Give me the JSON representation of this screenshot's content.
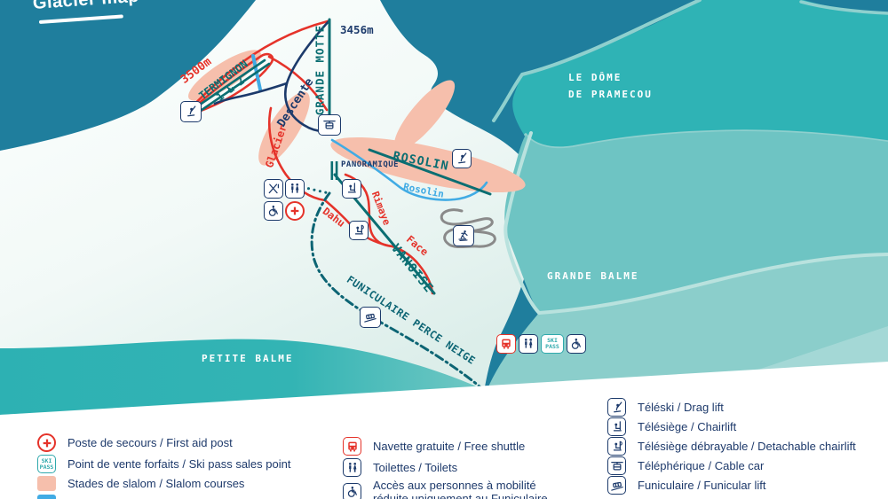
{
  "title": {
    "text": "Glacier map"
  },
  "map": {
    "labels": {
      "elevation_3500": "3500m",
      "termignon_line1": "TERMIGNON",
      "termignon_line2": "1 & 2",
      "descente": "Descente",
      "grande_motte": "GRANDE MOTTE",
      "elevation_3456": "3456m",
      "glacier": "Glacier",
      "panoramique": "PANORAMIQUE",
      "rosolin_lift": "ROSOLIN",
      "rosolin_run": "Rosolin",
      "rimaye": "Rimaye",
      "dahu": "Dahu",
      "face": "Face",
      "vanoise": "VANOISE",
      "funiculaire": "FUNICULAIRE PERCE NEIGE",
      "dome_line1": "LE DÔME",
      "dome_line2": "DE PRAMECOU",
      "grande_balme": "GRANDE BALME",
      "petite_balme": "PETITE BALME"
    },
    "ski_pass_icon": {
      "line1": "SKI",
      "line2": "PASS"
    }
  },
  "legend": {
    "left": [
      {
        "icon": "first-aid-icon",
        "label": "Poste de secours / First aid post"
      },
      {
        "icon": "ski-pass-icon",
        "label": "Point de vente forfaits / Ski pass sales point"
      },
      {
        "icon": "slalom-swatch",
        "label": "Stades de slalom / Slalom courses"
      },
      {
        "icon": "blue-swatch",
        "label": ""
      }
    ],
    "middle": [
      {
        "icon": "shuttle-bus-icon",
        "label": "Navette gratuite / Free shuttle"
      },
      {
        "icon": "toilets-icon",
        "label": "Toilettes / Toilets"
      },
      {
        "icon": "wheelchair-icon",
        "label": "Accès aux personnes à mobilité",
        "label2": "réduite uniquement au Funiculaire"
      }
    ],
    "right": [
      {
        "icon": "drag-lift-icon",
        "label": "Téléski / Drag lift"
      },
      {
        "icon": "chairlift-icon",
        "label": "Télésiège / Chairlift"
      },
      {
        "icon": "detachable-chairlift-icon",
        "label": "Télésiège débrayable / Detachable chairlift"
      },
      {
        "icon": "cable-car-icon",
        "label": "Téléphérique / Cable car"
      },
      {
        "icon": "funicular-icon",
        "label": "Funiculaire / Funicular lift"
      }
    ]
  },
  "colors": {
    "background_blue": "#1F7E9D",
    "mountain_teal": "#2FB3B5",
    "band_teal": "#6EC4C3",
    "band_teal_light": "#8BCECB",
    "navy": "#1C3A6B",
    "lift_teal": "#0B6E72",
    "funicular_teal": "#0D6574",
    "run_red": "#E5332A",
    "slalom_salmon": "#F6BFAC",
    "run_blue": "#41ABE4"
  }
}
